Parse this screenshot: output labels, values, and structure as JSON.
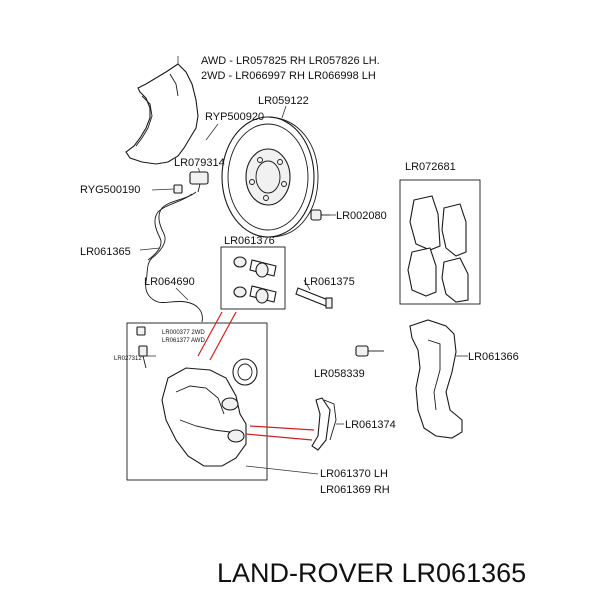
{
  "labels": {
    "awd": "AWD - LR057825 RH LR057826 LH.",
    "twowd": "2WD - LR066997 RH LR066998 LH",
    "lr059122": "LR059122",
    "ryp500920": "RYP500920",
    "lr079314": "LR079314",
    "ryg500190": "RYG500190",
    "lr002080": "LR002080",
    "lr072681": "LR072681",
    "lr061365": "LR061365",
    "lr061376": "LR061376",
    "lr064690": "LR064690",
    "lr061375": "LR061375",
    "lr000377_2wd": "LR000377 2WD",
    "lr061377_awd": "LR061377 AWD",
    "lr027312": "LR027312",
    "lr061366": "LR061366",
    "lr058339": "LR058339",
    "lr061374": "LR061374",
    "lr061370": "LR061370 LH",
    "lr061369": "LR061369 RH"
  },
  "caption": "LAND-ROVER LR061365",
  "colors": {
    "highlight": "#d02020",
    "line": "#1a1a1a"
  }
}
